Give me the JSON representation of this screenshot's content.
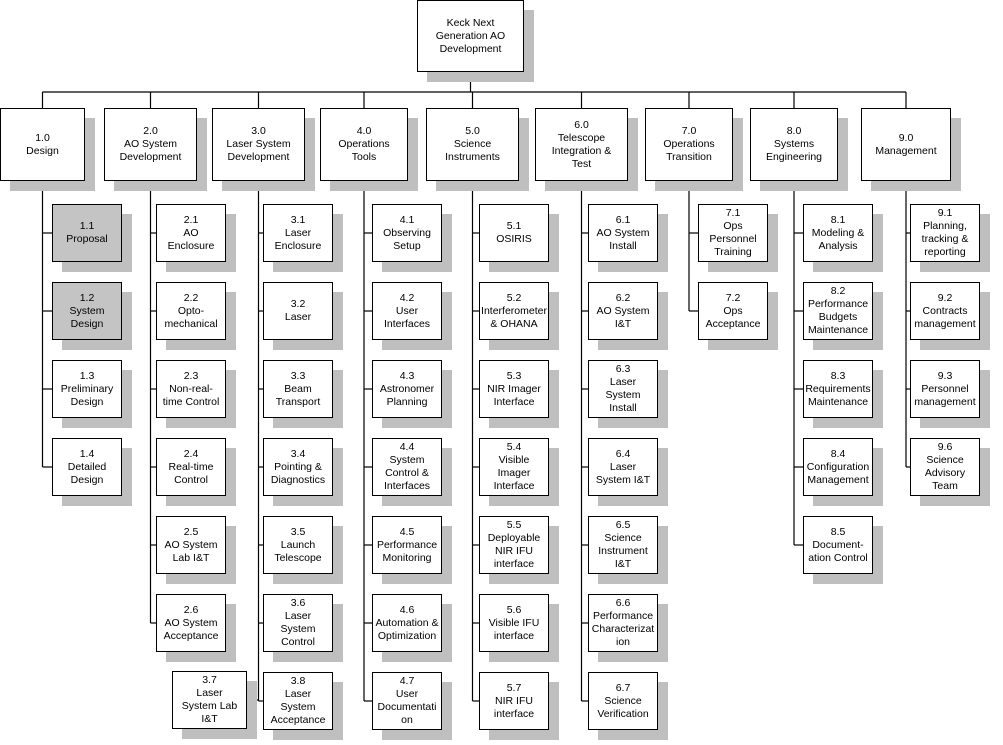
{
  "colors": {
    "line": "#000000",
    "shadow": "#bfbfbf",
    "box": "#ffffff",
    "highlight": "#c4c4c4"
  },
  "root": {
    "label": "Keck Next\nGeneration AO\nDevelopment"
  },
  "columns": [
    {
      "label": "1.0\nDesign",
      "children": [
        {
          "label": "1.1\nProposal",
          "highlight": true
        },
        {
          "label": "1.2\nSystem\nDesign",
          "highlight": true
        },
        {
          "label": "1.3\nPreliminary\nDesign"
        },
        {
          "label": "1.4\nDetailed\nDesign"
        }
      ]
    },
    {
      "label": "2.0\nAO System\nDevelopment",
      "children": [
        {
          "label": "2.1\nAO\nEnclosure"
        },
        {
          "label": "2.2\nOpto-\nmechanical"
        },
        {
          "label": "2.3\nNon-real-\ntime Control"
        },
        {
          "label": "2.4\nReal-time\nControl"
        },
        {
          "label": "2.5\nAO System\nLab I&T"
        },
        {
          "label": "2.6\nAO System\nAcceptance"
        }
      ]
    },
    {
      "label": "3.0\nLaser System\nDevelopment",
      "children": [
        {
          "label": "3.1\nLaser\nEnclosure"
        },
        {
          "label": "3.2\nLaser"
        },
        {
          "label": "3.3\nBeam\nTransport"
        },
        {
          "label": "3.4\nPointing &\nDiagnostics"
        },
        {
          "label": "3.5\nLaunch\nTelescope"
        },
        {
          "label": "3.6\nLaser\nSystem\nControl"
        },
        {
          "label": "3.8\nLaser\nSystem\nAcceptance"
        }
      ],
      "extra": {
        "label": "3.7\nLaser\nSystem Lab\nI&T"
      }
    },
    {
      "label": "4.0\nOperations\nTools",
      "children": [
        {
          "label": "4.1\nObserving\nSetup"
        },
        {
          "label": "4.2\nUser\nInterfaces"
        },
        {
          "label": "4.3\nAstronomer\nPlanning"
        },
        {
          "label": "4.4\nSystem\nControl &\nInterfaces"
        },
        {
          "label": "4.5\nPerformance\nMonitoring"
        },
        {
          "label": "4.6\nAutomation &\nOptimization"
        },
        {
          "label": "4.7\nUser\nDocumentati\non"
        }
      ]
    },
    {
      "label": "5.0\nScience\nInstruments",
      "children": [
        {
          "label": "5.1\nOSIRIS"
        },
        {
          "label": "5.2\nInterferometer\n& OHANA"
        },
        {
          "label": "5.3\nNIR Imager\nInterface"
        },
        {
          "label": "5.4\nVisible\nImager\nInterface"
        },
        {
          "label": "5.5\nDeployable\nNIR IFU\ninterface"
        },
        {
          "label": "5.6\nVisible IFU\ninterface"
        },
        {
          "label": "5.7\nNIR IFU\ninterface"
        }
      ]
    },
    {
      "label": "6.0\nTelescope\nIntegration &\nTest",
      "children": [
        {
          "label": "6.1\nAO System\nInstall"
        },
        {
          "label": "6.2\nAO System\nI&T"
        },
        {
          "label": "6.3\nLaser\nSystem\nInstall"
        },
        {
          "label": "6.4\nLaser\nSystem I&T"
        },
        {
          "label": "6.5\nScience\nInstrument\nI&T"
        },
        {
          "label": "6.6\nPerformance\nCharacterizat\nion"
        },
        {
          "label": "6.7\nScience\nVerification"
        }
      ]
    },
    {
      "label": "7.0\nOperations\nTransition",
      "children": [
        {
          "label": "7.1\nOps\nPersonnel\nTraining"
        },
        {
          "label": "7.2\nOps\nAcceptance"
        }
      ]
    },
    {
      "label": "8.0\nSystems\nEngineering",
      "children": [
        {
          "label": "8.1\nModeling &\nAnalysis"
        },
        {
          "label": "8.2\nPerformance\nBudgets\nMaintenance"
        },
        {
          "label": "8.3\nRequirements\nMaintenance"
        },
        {
          "label": "8.4\nConfiguration\nManagement"
        },
        {
          "label": "8.5\nDocument-\nation Control"
        }
      ]
    },
    {
      "label": "9.0\nManagement",
      "children": [
        {
          "label": "9.1\nPlanning,\ntracking &\nreporting"
        },
        {
          "label": "9.2\nContracts\nmanagement"
        },
        {
          "label": "9.3\nPersonnel\nmanagement"
        },
        {
          "label": "9.6\nScience\nAdvisory\nTeam"
        }
      ]
    }
  ]
}
